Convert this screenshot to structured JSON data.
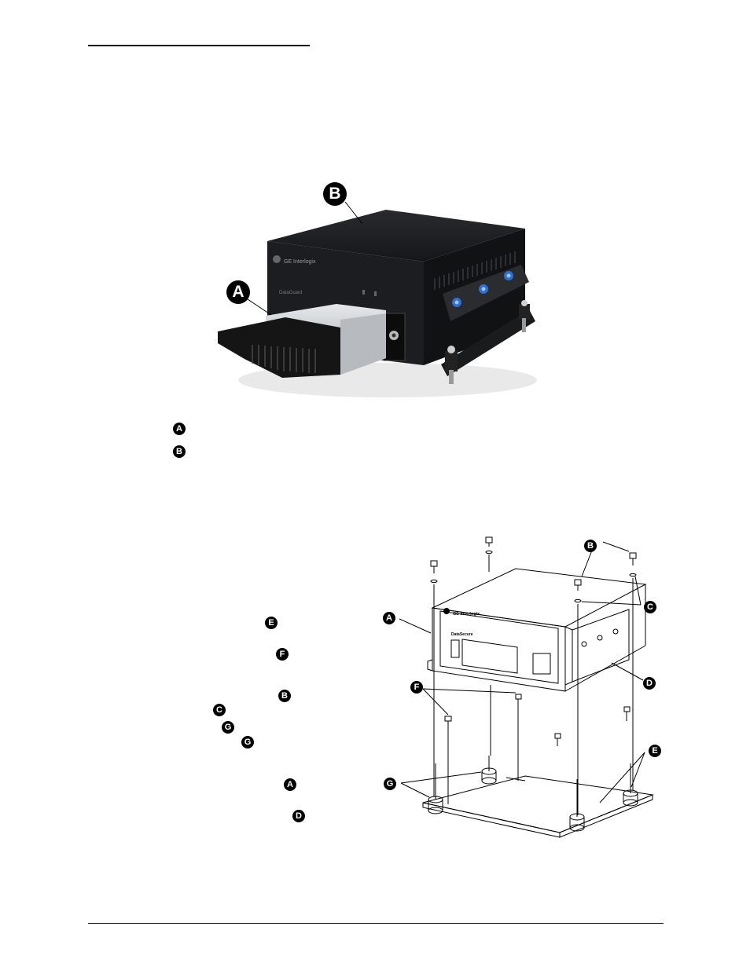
{
  "header": {
    "rule": true
  },
  "figure1": {
    "photo_callouts": [
      "A",
      "B"
    ],
    "legend_markers": [
      "A",
      "B"
    ],
    "brand_text": "GE Interlogix",
    "product_text": "DataGuard"
  },
  "figure2": {
    "drawing_callouts": [
      "A",
      "B",
      "C",
      "D",
      "E",
      "F",
      "G"
    ],
    "text_markers": [
      "E",
      "F",
      "B",
      "C",
      "G",
      "G",
      "A",
      "D"
    ],
    "brand_text": "GE Interlogix",
    "product_text": "DataSecure"
  },
  "colors": {
    "ink": "#000000",
    "chassis": "#1d1d1f",
    "accent_blue": "#2f6fd0",
    "drive_silver": "#c9ccd0"
  }
}
